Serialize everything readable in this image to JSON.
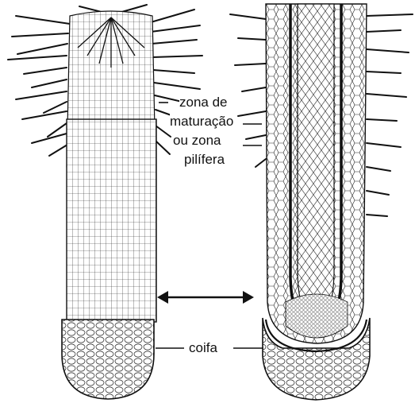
{
  "labels": {
    "maturation_lines": [
      "zona de",
      "maturação",
      "ou zona",
      "pilífera"
    ],
    "cap": "coifa"
  },
  "colors": {
    "ink": "#111111",
    "background": "#ffffff"
  }
}
